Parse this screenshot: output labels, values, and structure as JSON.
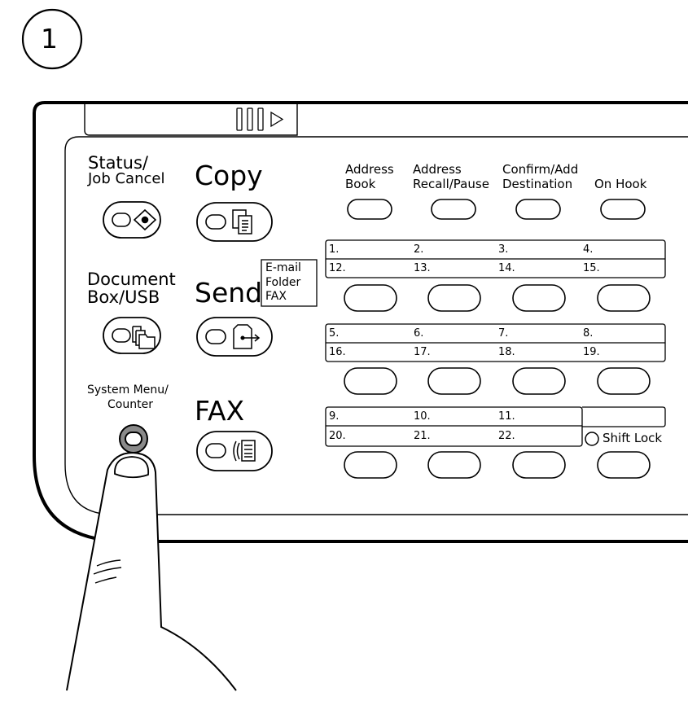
{
  "step_number": "1",
  "left_keys": {
    "status_line1": "Status/",
    "status_line2": "Job Cancel",
    "docbox_line1": "Document",
    "docbox_line2": "Box/USB",
    "sysmenu_line1": "System Menu/",
    "sysmenu_line2": "Counter"
  },
  "mode_keys": {
    "copy": "Copy",
    "send": "Send",
    "send_sub": [
      "E-mail",
      "Folder",
      "FAX"
    ],
    "fax": "FAX"
  },
  "function_keys": [
    {
      "line1": "Address",
      "line2": "Book"
    },
    {
      "line1": "Address",
      "line2": "Recall/Pause"
    },
    {
      "line1": "Confirm/Add",
      "line2": "Destination"
    },
    {
      "line1": "On Hook",
      "line2": ""
    }
  ],
  "one_touch_rows": [
    {
      "top": [
        "1.",
        "2.",
        "3.",
        "4."
      ],
      "bottom": [
        "12.",
        "13.",
        "14.",
        "15."
      ]
    },
    {
      "top": [
        "5.",
        "6.",
        "7.",
        "8."
      ],
      "bottom": [
        "16.",
        "17.",
        "18.",
        "19."
      ]
    },
    {
      "top": [
        "9.",
        "10.",
        "11.",
        ""
      ],
      "bottom": [
        "20.",
        "21.",
        "22.",
        ""
      ]
    }
  ],
  "shift_lock": "Shift Lock"
}
